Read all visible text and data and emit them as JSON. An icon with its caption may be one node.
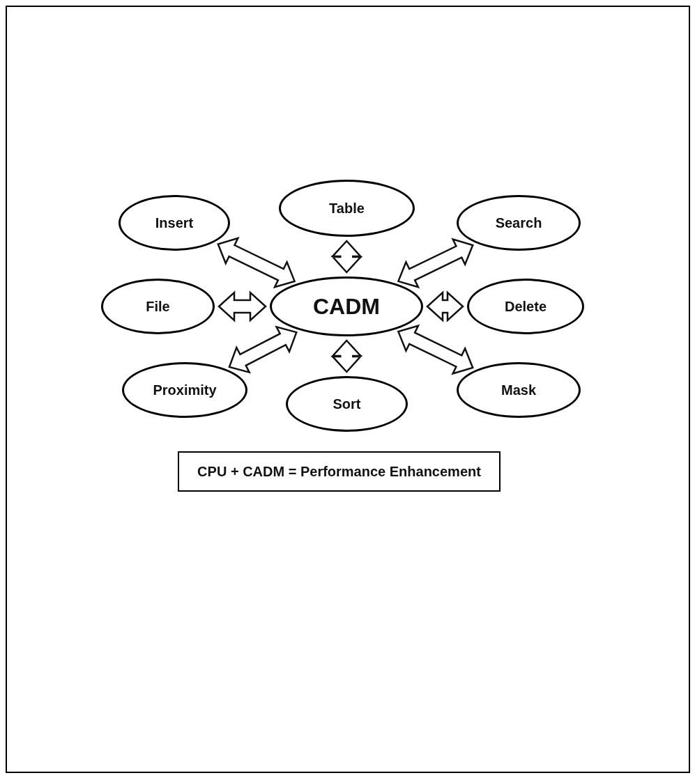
{
  "diagram": {
    "nodes": [
      {
        "text": [
          "Table"
        ]
      },
      {
        "text": [
          "Insert"
        ]
      },
      {
        "text": [
          "Search"
        ]
      },
      {
        "text": [
          "File"
        ]
      },
      {
        "text": [
          "CADM"
        ]
      },
      {
        "text": [
          "Delete"
        ]
      },
      {
        "text": [
          "Proximity"
        ]
      },
      {
        "text": [
          "Mask"
        ]
      },
      {
        "text": [
          "Sort"
        ]
      },
      {
        "text": [
          "CPU + CADM = Performance Enhancement"
        ]
      }
    ],
    "edges": [
      {
        "from": 4,
        "to": 0,
        "arrow": "both"
      },
      {
        "from": 4,
        "to": 1,
        "arrow": "both"
      },
      {
        "from": 4,
        "to": 2,
        "arrow": "both"
      },
      {
        "from": 4,
        "to": 3,
        "arrow": "both"
      },
      {
        "from": 4,
        "to": 5,
        "arrow": "both"
      },
      {
        "from": 4,
        "to": 6,
        "arrow": "both"
      },
      {
        "from": 4,
        "to": 7,
        "arrow": "both"
      },
      {
        "from": 4,
        "to": 8,
        "arrow": "both"
      }
    ]
  }
}
